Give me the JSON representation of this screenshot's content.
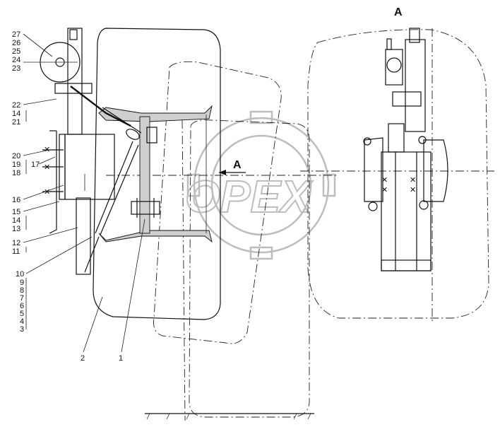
{
  "section_label": "A",
  "section_arrow_label": "A",
  "watermark": "OPEX",
  "callouts_left": [
    "27",
    "26",
    "25",
    "24",
    "23",
    "22",
    "14",
    "21",
    "20",
    "19",
    "18",
    "17",
    "16",
    "15",
    "14",
    "13",
    "12",
    "11",
    "10",
    "9",
    "8",
    "7",
    "6",
    "5",
    "4",
    "3"
  ],
  "callouts_bottom": [
    "2",
    "1"
  ]
}
